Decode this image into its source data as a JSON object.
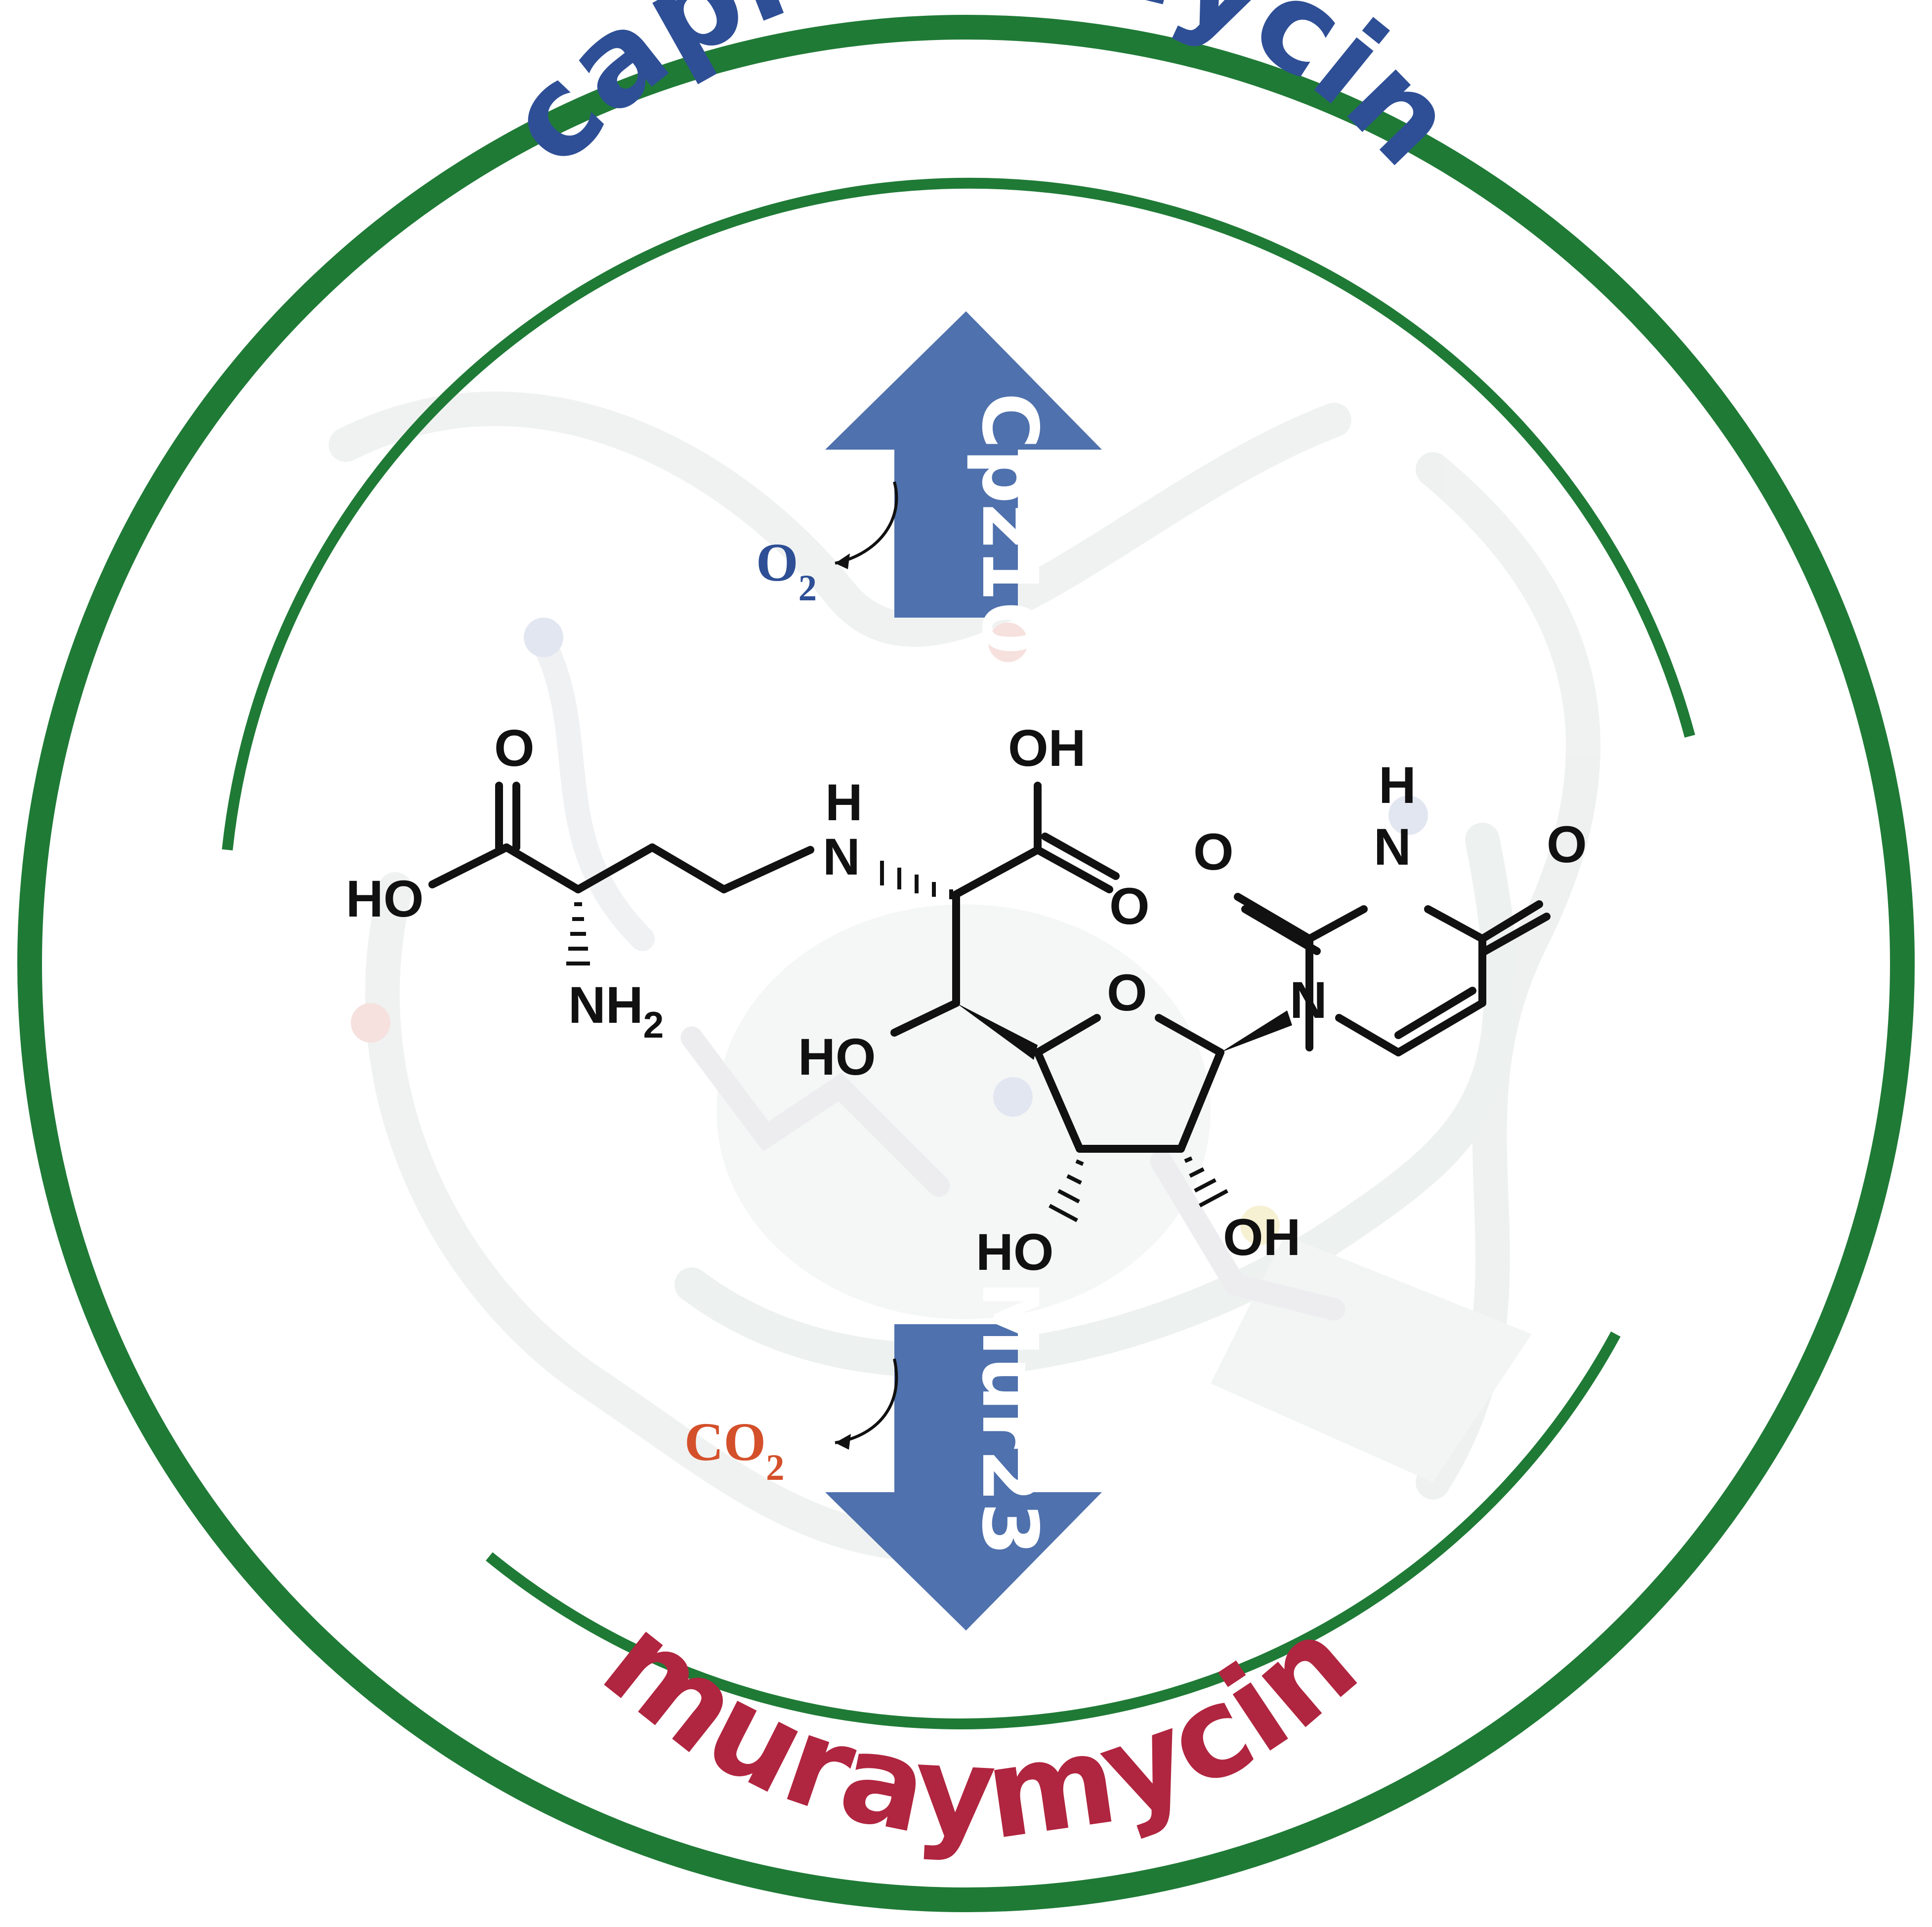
{
  "colors": {
    "ring": "#1f7a36",
    "top_text": "#2e4f96",
    "bottom_text": "#b0253f",
    "arrow": "#4f71ad",
    "o2": "#2e4f96",
    "co2": "#d4502a",
    "bond": "#111111"
  },
  "arc_labels": {
    "top": "caprazamycin",
    "bottom": "muraymycin"
  },
  "enzymes": {
    "up_arrow": "Cpz10",
    "down_arrow": "Mur23"
  },
  "gases": {
    "o2_main": "O",
    "o2_sub": "2",
    "co2_main": "CO",
    "co2_sub": "2"
  },
  "structure_labels": {
    "o_acid1": "O",
    "ho_acid1": "HO",
    "nh2_main": "NH",
    "nh2_sub": "2",
    "nh_n": "N",
    "nh_h": "H",
    "oh_acid2": "OH",
    "o_acid2": "O",
    "ho_side": "HO",
    "o_ring": "O",
    "ho_c3": "HO",
    "oh_c2": "OH",
    "n1": "N",
    "n3": "N",
    "h3": "H",
    "o2_uracil": "O",
    "o4_uracil": "O"
  }
}
